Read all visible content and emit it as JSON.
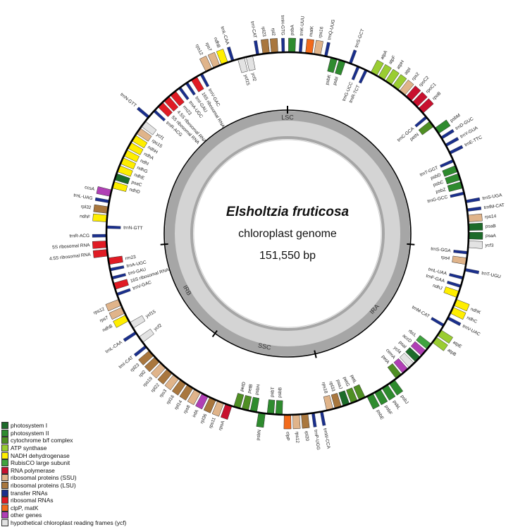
{
  "center": {
    "species": "Elsholtzia fruticosa",
    "subtitle": "chloroplast genome",
    "length": "151,550 bp"
  },
  "regions": [
    "LSC",
    "IRA",
    "SSC",
    "IRB"
  ],
  "legend": [
    {
      "label": "photosystem I",
      "color": "#1d6b2a"
    },
    {
      "label": "photosystem II",
      "color": "#2e8b2e"
    },
    {
      "label": "cytochrome b/f complex",
      "color": "#4f8f23"
    },
    {
      "label": "ATP synthase",
      "color": "#9acd32"
    },
    {
      "label": "NADH dehydrogenase",
      "color": "#ffee00"
    },
    {
      "label": "RubisCO large subunit",
      "color": "#3fa33f"
    },
    {
      "label": "RNA polymerase",
      "color": "#c8102e"
    },
    {
      "label": "ribosomal proteins (SSU)",
      "color": "#e0b48a"
    },
    {
      "label": "ribosomal proteins (LSU)",
      "color": "#a9773e"
    },
    {
      "label": "transfer RNAs",
      "color": "#1a2f8c"
    },
    {
      "label": "ribosomal RNAs",
      "color": "#e01b24"
    },
    {
      "label": "clpP, matK",
      "color": "#f26a1b"
    },
    {
      "label": "other genes",
      "color": "#b03fb5"
    },
    {
      "label": "hypothetical chloroplast reading frames (ycf)",
      "color": "#e3e3e3"
    }
  ],
  "genes": [
    {
      "name": "psbA",
      "color": "#2e8b2e",
      "out": true,
      "type": "block"
    },
    {
      "name": "trnK-UUU",
      "color": "#1a2f8c",
      "out": true,
      "type": "trna"
    },
    {
      "name": "matK",
      "color": "#f26a1b",
      "out": true,
      "type": "block"
    },
    {
      "name": "rps16",
      "color": "#e0b48a",
      "out": true,
      "type": "block"
    },
    {
      "name": "trnQ-UUG",
      "color": "#1a2f8c",
      "out": true,
      "type": "trna"
    },
    {
      "name": "psbK",
      "color": "#2e8b2e",
      "out": false,
      "type": "block"
    },
    {
      "name": "psbI",
      "color": "#2e8b2e",
      "out": false,
      "type": "block"
    },
    {
      "name": "trnS-GCT",
      "color": "#1a2f8c",
      "out": true,
      "type": "trna"
    },
    {
      "name": "trnG-UCC",
      "color": "#1a2f8c",
      "out": false,
      "type": "trna"
    },
    {
      "name": "trnR-TCT",
      "color": "#1a2f8c",
      "out": false,
      "type": "trna"
    },
    {
      "name": "atpA",
      "color": "#9acd32",
      "out": true,
      "type": "block"
    },
    {
      "name": "atpF",
      "color": "#9acd32",
      "out": true,
      "type": "block"
    },
    {
      "name": "atpH",
      "color": "#9acd32",
      "out": true,
      "type": "block"
    },
    {
      "name": "atpI",
      "color": "#9acd32",
      "out": true,
      "type": "block"
    },
    {
      "name": "rps2",
      "color": "#e0b48a",
      "out": true,
      "type": "block"
    },
    {
      "name": "rpoC2",
      "color": "#c8102e",
      "out": true,
      "type": "block"
    },
    {
      "name": "rpoC1",
      "color": "#c8102e",
      "out": true,
      "type": "block"
    },
    {
      "name": "rpoB",
      "color": "#c8102e",
      "out": true,
      "type": "block"
    },
    {
      "name": "trnC-GCA",
      "color": "#1a2f8c",
      "out": false,
      "type": "trna"
    },
    {
      "name": "petN",
      "color": "#4f8f23",
      "out": false,
      "type": "block"
    },
    {
      "name": "psbM",
      "color": "#2e8b2e",
      "out": true,
      "type": "block"
    },
    {
      "name": "trnD-GUC",
      "color": "#1a2f8c",
      "out": true,
      "type": "trna"
    },
    {
      "name": "trnY-GUA",
      "color": "#1a2f8c",
      "out": true,
      "type": "trna"
    },
    {
      "name": "trnE-TTC",
      "color": "#1a2f8c",
      "out": true,
      "type": "trna"
    },
    {
      "name": "trnT-GGT",
      "color": "#1a2f8c",
      "out": false,
      "type": "trna"
    },
    {
      "name": "psbD",
      "color": "#2e8b2e",
      "out": false,
      "type": "block"
    },
    {
      "name": "psbC",
      "color": "#2e8b2e",
      "out": false,
      "type": "block"
    },
    {
      "name": "psbZ",
      "color": "#2e8b2e",
      "out": false,
      "type": "block"
    },
    {
      "name": "trnG-GCC",
      "color": "#1a2f8c",
      "out": false,
      "type": "trna"
    },
    {
      "name": "trnS-UGA",
      "color": "#1a2f8c",
      "out": true,
      "type": "trna"
    },
    {
      "name": "trnfM-CAT",
      "color": "#1a2f8c",
      "out": true,
      "type": "trna"
    },
    {
      "name": "rps14",
      "color": "#e0b48a",
      "out": true,
      "type": "block"
    },
    {
      "name": "psaB",
      "color": "#1d6b2a",
      "out": true,
      "type": "block"
    },
    {
      "name": "psaA",
      "color": "#1d6b2a",
      "out": true,
      "type": "block"
    },
    {
      "name": "ycf3",
      "color": "#e3e3e3",
      "out": true,
      "type": "block"
    },
    {
      "name": "trnS-GGA",
      "color": "#1a2f8c",
      "out": false,
      "type": "trna"
    },
    {
      "name": "rps4",
      "color": "#e0b48a",
      "out": false,
      "type": "block"
    },
    {
      "name": "trnT-UGU",
      "color": "#1a2f8c",
      "out": true,
      "type": "trna"
    },
    {
      "name": "trnL-UAA",
      "color": "#1a2f8c",
      "out": false,
      "type": "trna"
    },
    {
      "name": "trnF-GAA",
      "color": "#1a2f8c",
      "out": false,
      "type": "trna"
    },
    {
      "name": "ndhJ",
      "color": "#ffee00",
      "out": false,
      "type": "block"
    },
    {
      "name": "ndhK",
      "color": "#ffee00",
      "out": true,
      "type": "block"
    },
    {
      "name": "ndhC",
      "color": "#ffee00",
      "out": true,
      "type": "block"
    },
    {
      "name": "trnV-UAC",
      "color": "#1a2f8c",
      "out": true,
      "type": "trna"
    },
    {
      "name": "trnM-CAT",
      "color": "#1a2f8c",
      "out": false,
      "type": "trna"
    },
    {
      "name": "atpE",
      "color": "#9acd32",
      "out": true,
      "type": "block"
    },
    {
      "name": "atpB",
      "color": "#9acd32",
      "out": true,
      "type": "block"
    },
    {
      "name": "rbcL",
      "color": "#3fa33f",
      "out": false,
      "type": "block"
    },
    {
      "name": "accD",
      "color": "#b03fb5",
      "out": false,
      "type": "block"
    },
    {
      "name": "psaI",
      "color": "#1d6b2a",
      "out": false,
      "type": "block"
    },
    {
      "name": "ycf4",
      "color": "#e3e3e3",
      "out": false,
      "type": "block"
    },
    {
      "name": "cemA",
      "color": "#b03fb5",
      "out": false,
      "type": "block"
    },
    {
      "name": "petA",
      "color": "#4f8f23",
      "out": false,
      "type": "block"
    },
    {
      "name": "psbJ",
      "color": "#2e8b2e",
      "out": true,
      "type": "block"
    },
    {
      "name": "psbL",
      "color": "#2e8b2e",
      "out": true,
      "type": "block"
    },
    {
      "name": "psbF",
      "color": "#2e8b2e",
      "out": true,
      "type": "block"
    },
    {
      "name": "psbE",
      "color": "#2e8b2e",
      "out": true,
      "type": "block"
    },
    {
      "name": "petL",
      "color": "#4f8f23",
      "out": false,
      "type": "block"
    },
    {
      "name": "petG",
      "color": "#4f8f23",
      "out": false,
      "type": "block"
    },
    {
      "name": "psaJ",
      "color": "#1d6b2a",
      "out": false,
      "type": "block"
    },
    {
      "name": "rpl33",
      "color": "#a9773e",
      "out": false,
      "type": "block"
    },
    {
      "name": "rps18",
      "color": "#e0b48a",
      "out": false,
      "type": "block"
    },
    {
      "name": "trnW-CCA",
      "color": "#1a2f8c",
      "out": true,
      "type": "trna"
    },
    {
      "name": "trnP-UGG",
      "color": "#1a2f8c",
      "out": true,
      "type": "trna"
    },
    {
      "name": "rpl20",
      "color": "#a9773e",
      "out": true,
      "type": "block"
    },
    {
      "name": "rps12",
      "color": "#e0b48a",
      "out": true,
      "type": "block"
    },
    {
      "name": "clpP",
      "color": "#f26a1b",
      "out": true,
      "type": "block"
    },
    {
      "name": "psbB",
      "color": "#2e8b2e",
      "out": false,
      "type": "block"
    },
    {
      "name": "psbT",
      "color": "#2e8b2e",
      "out": false,
      "type": "block"
    },
    {
      "name": "psbN",
      "color": "#2e8b2e",
      "out": true,
      "type": "block"
    },
    {
      "name": "psbH",
      "color": "#2e8b2e",
      "out": false,
      "type": "block"
    },
    {
      "name": "petB",
      "color": "#4f8f23",
      "out": false,
      "type": "block"
    },
    {
      "name": "petD",
      "color": "#4f8f23",
      "out": false,
      "type": "block"
    },
    {
      "name": "rpoA",
      "color": "#c8102e",
      "out": true,
      "type": "block"
    },
    {
      "name": "rps11",
      "color": "#e0b48a",
      "out": true,
      "type": "block"
    },
    {
      "name": "rpl36",
      "color": "#a9773e",
      "out": true,
      "type": "block"
    },
    {
      "name": "infA",
      "color": "#b03fb5",
      "out": true,
      "type": "block"
    },
    {
      "name": "rps8",
      "color": "#e0b48a",
      "out": true,
      "type": "block"
    },
    {
      "name": "rpl14",
      "color": "#a9773e",
      "out": true,
      "type": "block"
    },
    {
      "name": "rpl16",
      "color": "#a9773e",
      "out": true,
      "type": "block"
    },
    {
      "name": "rps3",
      "color": "#e0b48a",
      "out": true,
      "type": "block"
    },
    {
      "name": "rpl22",
      "color": "#a9773e",
      "out": true,
      "type": "block"
    },
    {
      "name": "rps19",
      "color": "#e0b48a",
      "out": true,
      "type": "block"
    },
    {
      "name": "rpl2",
      "color": "#a9773e",
      "out": true,
      "type": "block"
    },
    {
      "name": "rpl23",
      "color": "#a9773e",
      "out": true,
      "type": "block"
    },
    {
      "name": "trnI-CAT",
      "color": "#1a2f8c",
      "out": true,
      "type": "trna"
    },
    {
      "name": "ycf2",
      "color": "#e3e3e3",
      "out": false,
      "type": "block"
    },
    {
      "name": "trnL-CAA",
      "color": "#1a2f8c",
      "out": true,
      "type": "trna"
    },
    {
      "name": "ycf15",
      "color": "#e3e3e3",
      "out": false,
      "type": "block"
    },
    {
      "name": "ndhB",
      "color": "#ffee00",
      "out": true,
      "type": "block"
    },
    {
      "name": "rps7",
      "color": "#e0b48a",
      "out": true,
      "type": "block"
    },
    {
      "name": "rps12",
      "color": "#e0b48a",
      "out": true,
      "type": "block"
    },
    {
      "name": "trnV-GAC",
      "color": "#1a2f8c",
      "out": false,
      "type": "trna"
    },
    {
      "name": "16S ribosomal RNA",
      "color": "#e01b24",
      "out": false,
      "type": "block"
    },
    {
      "name": "trnI-GAU",
      "color": "#1a2f8c",
      "out": false,
      "type": "trna"
    },
    {
      "name": "trnA-UGC",
      "color": "#1a2f8c",
      "out": false,
      "type": "trna"
    },
    {
      "name": "rrn23",
      "color": "#e01b24",
      "out": false,
      "type": "block"
    },
    {
      "name": "4.5S ribosomal RNA",
      "color": "#e01b24",
      "out": true,
      "type": "block"
    },
    {
      "name": "5S ribosomal RNA",
      "color": "#e01b24",
      "out": true,
      "type": "block"
    },
    {
      "name": "trnR-ACG",
      "color": "#1a2f8c",
      "out": true,
      "type": "trna"
    },
    {
      "name": "trnN-GTT",
      "color": "#1a2f8c",
      "out": false,
      "type": "trna"
    },
    {
      "name": "ndhF",
      "color": "#ffee00",
      "out": true,
      "type": "block"
    },
    {
      "name": "rpl32",
      "color": "#a9773e",
      "out": true,
      "type": "block"
    },
    {
      "name": "trnL-UAG",
      "color": "#1a2f8c",
      "out": true,
      "type": "trna"
    },
    {
      "name": "ccsA",
      "color": "#b03fb5",
      "out": true,
      "type": "block"
    },
    {
      "name": "ndhD",
      "color": "#ffee00",
      "out": false,
      "type": "block"
    },
    {
      "name": "psaC",
      "color": "#1d6b2a",
      "out": false,
      "type": "block"
    },
    {
      "name": "ndhE",
      "color": "#ffee00",
      "out": false,
      "type": "block"
    },
    {
      "name": "ndhG",
      "color": "#ffee00",
      "out": false,
      "type": "block"
    },
    {
      "name": "ndhI",
      "color": "#ffee00",
      "out": false,
      "type": "block"
    },
    {
      "name": "ndhA",
      "color": "#ffee00",
      "out": false,
      "type": "block"
    },
    {
      "name": "ndhH",
      "color": "#ffee00",
      "out": false,
      "type": "block"
    },
    {
      "name": "rps15",
      "color": "#e0b48a",
      "out": false,
      "type": "block"
    },
    {
      "name": "ycf1",
      "color": "#e3e3e3",
      "out": false,
      "type": "block"
    },
    {
      "name": "trnN-GTT",
      "color": "#1a2f8c",
      "out": true,
      "type": "trna"
    },
    {
      "name": "trnR-ACG",
      "color": "#1a2f8c",
      "out": false,
      "type": "trna"
    },
    {
      "name": "5S ribosomal RNA",
      "color": "#e01b24",
      "out": false,
      "type": "block"
    },
    {
      "name": "4.5S ribosomal RNA",
      "color": "#e01b24",
      "out": false,
      "type": "block"
    },
    {
      "name": "rrn23",
      "color": "#e01b24",
      "out": false,
      "type": "block"
    },
    {
      "name": "trnA-UGC",
      "color": "#1a2f8c",
      "out": false,
      "type": "trna"
    },
    {
      "name": "trnI-GAU",
      "color": "#1a2f8c",
      "out": false,
      "type": "trna"
    },
    {
      "name": "16S ribosomal RNA",
      "color": "#e01b24",
      "out": false,
      "type": "block"
    },
    {
      "name": "trnV-GAC",
      "color": "#1a2f8c",
      "out": false,
      "type": "trna"
    },
    {
      "name": "rps12",
      "color": "#e0b48a",
      "out": true,
      "type": "block"
    },
    {
      "name": "rps7",
      "color": "#e0b48a",
      "out": true,
      "type": "block"
    },
    {
      "name": "ndhB",
      "color": "#ffee00",
      "out": true,
      "type": "block"
    },
    {
      "name": "trnL-CAA",
      "color": "#1a2f8c",
      "out": true,
      "type": "trna"
    },
    {
      "name": "ycf15",
      "color": "#e3e3e3",
      "out": false,
      "type": "block"
    },
    {
      "name": "ycf2",
      "color": "#e3e3e3",
      "out": false,
      "type": "block"
    },
    {
      "name": "trnI-CAT",
      "color": "#1a2f8c",
      "out": true,
      "type": "trna"
    },
    {
      "name": "rpl23",
      "color": "#a9773e",
      "out": true,
      "type": "block"
    },
    {
      "name": "rpl2",
      "color": "#a9773e",
      "out": true,
      "type": "block"
    },
    {
      "name": "trnH-GTG",
      "color": "#1a2f8c",
      "out": true,
      "type": "trna"
    }
  ]
}
